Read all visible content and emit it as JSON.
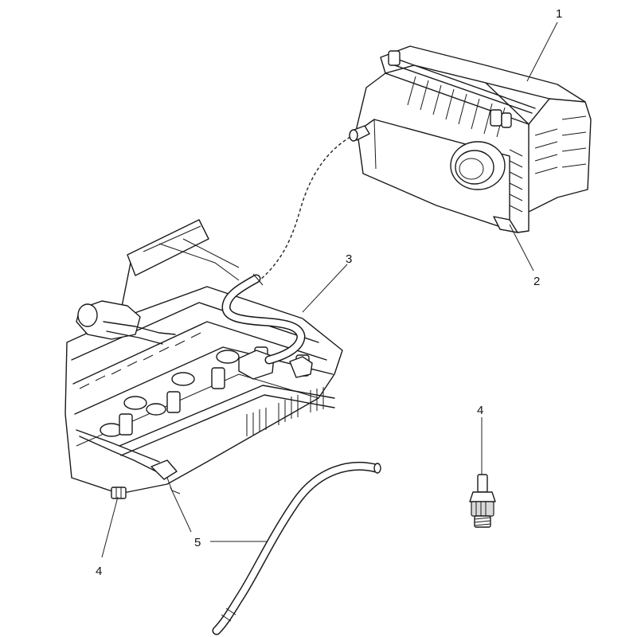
{
  "callouts": {
    "c1": "1",
    "c2": "2",
    "c3": "3",
    "c4_valve": "4",
    "c4_engine": "4",
    "c5": "5"
  }
}
